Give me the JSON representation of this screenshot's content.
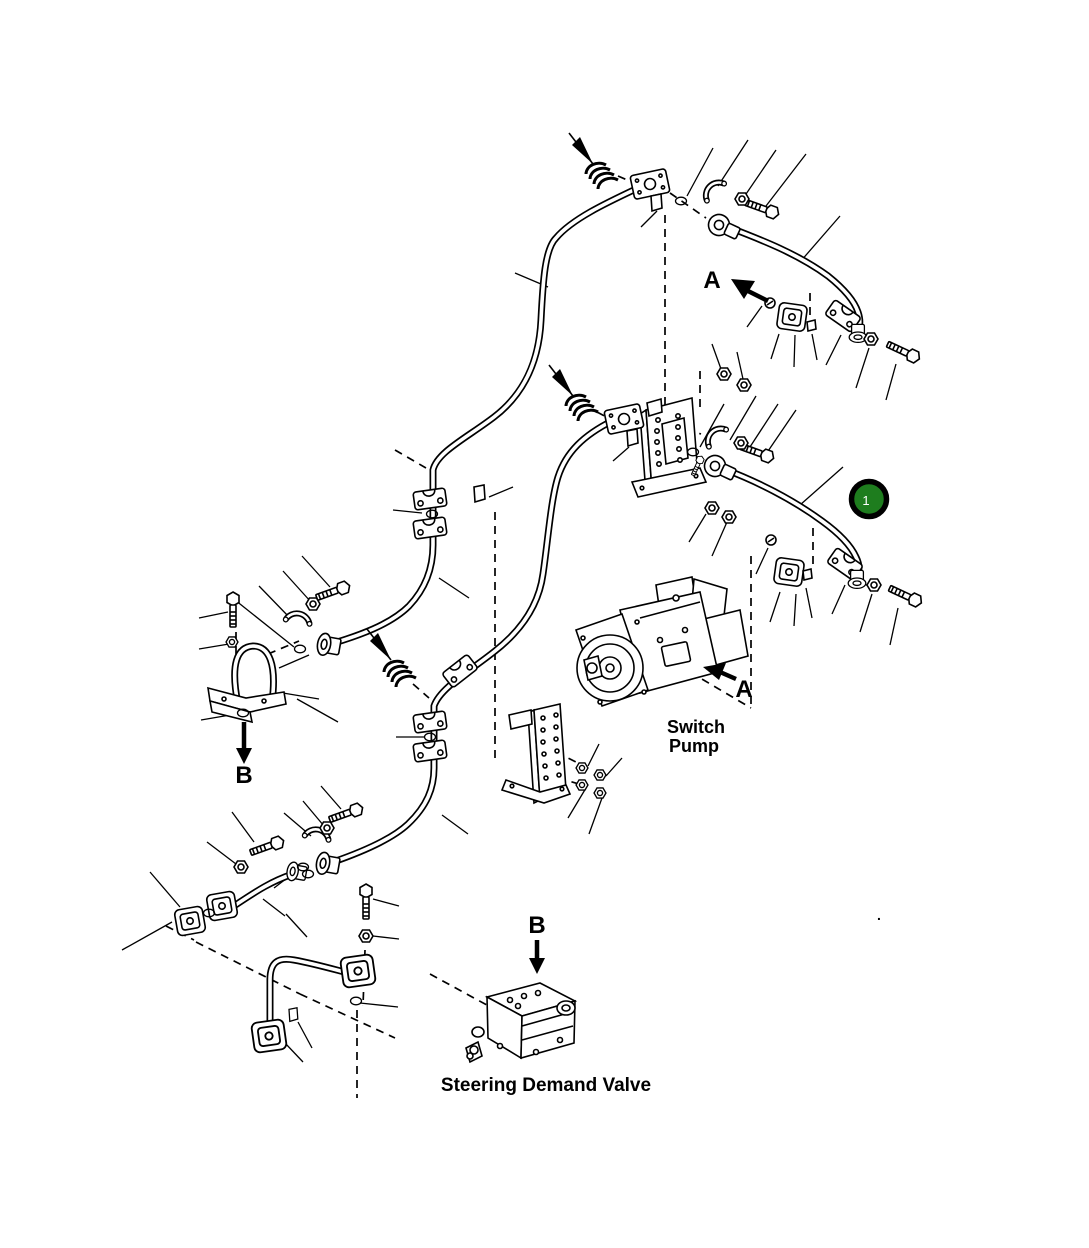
{
  "figure": {
    "kind": "exploded-parts-diagram",
    "background": "#ffffff",
    "line_color": "#000000"
  },
  "labels": {
    "detail_a_top": "A",
    "detail_a_pump": "A",
    "detail_b_handle": "B",
    "detail_b_valve": "B",
    "switch_pump": [
      "Switch",
      "Pump"
    ],
    "steering_demand_valve": "Steering Demand Valve",
    "stray_dot": "."
  },
  "callout": {
    "number": "1",
    "fill": "#1e7d1e",
    "ring": "#000000",
    "text_color": "#ffffff"
  },
  "parts_depicted": [
    "hydraulic hose",
    "saddle clamp",
    "tube comb clamp",
    "band clamp",
    "hex bolt",
    "hex nut",
    "o-ring",
    "flange fitting",
    "banjo fitting",
    "mounting bracket plate",
    "rubber mount block",
    "lift handle",
    "switch pump",
    "steering demand valve"
  ]
}
